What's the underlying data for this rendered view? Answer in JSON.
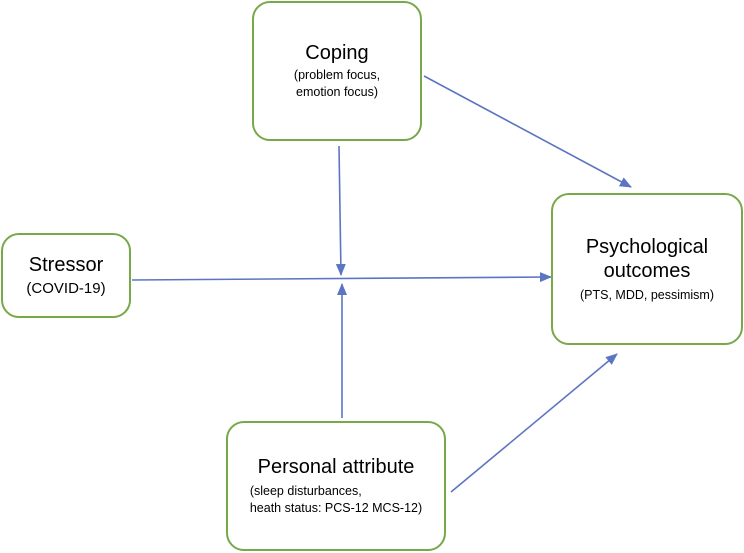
{
  "diagram": {
    "colors": {
      "box_border": "#77a84a",
      "arrow": "#5b75c2",
      "background": "#ffffff"
    },
    "nodes": {
      "coping": {
        "title": "Coping",
        "detail_lines": [
          "(problem focus,",
          "emotion focus)"
        ]
      },
      "stressor": {
        "title": "Stressor",
        "detail": "(COVID-19)"
      },
      "outcomes": {
        "title_lines": [
          "Psychological",
          "outcomes"
        ],
        "detail": "(PTS, MDD, pessimism)"
      },
      "attribute": {
        "title": "Personal attribute",
        "detail_lines": [
          "(sleep disturbances,",
          "heath status: PCS-12 MCS-12)"
        ]
      }
    },
    "edges": [
      {
        "from": "stressor",
        "to": "outcomes"
      },
      {
        "from": "coping",
        "to": "stressor-outcomes-path"
      },
      {
        "from": "attribute",
        "to": "stressor-outcomes-path"
      },
      {
        "from": "coping",
        "to": "outcomes"
      },
      {
        "from": "attribute",
        "to": "outcomes"
      }
    ]
  }
}
